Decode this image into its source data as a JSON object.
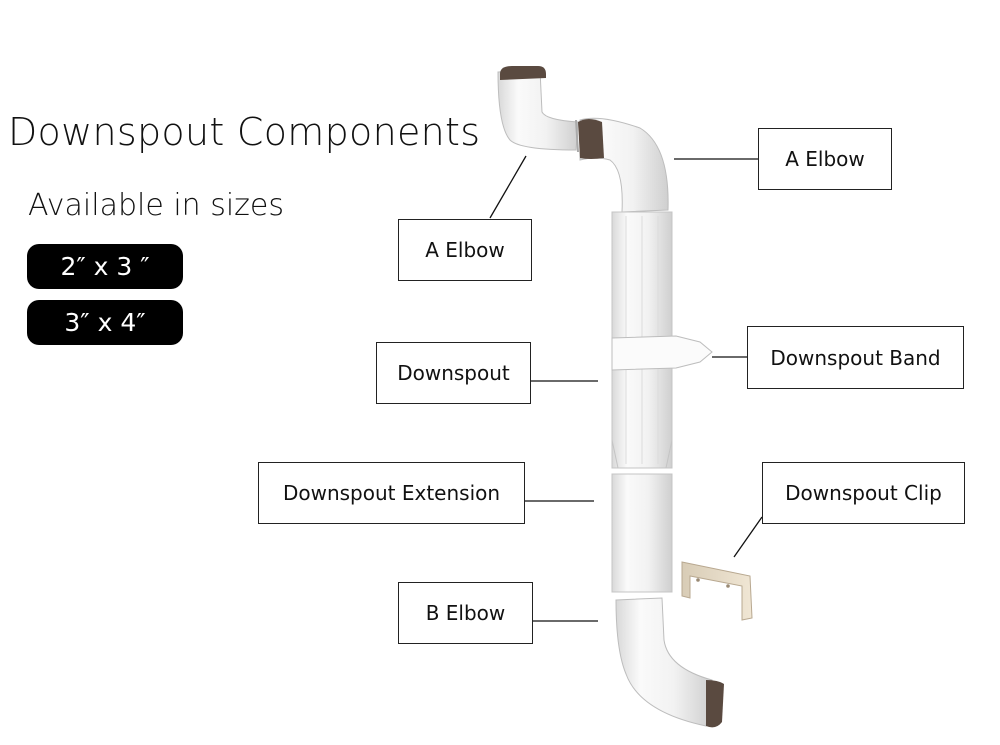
{
  "heading": {
    "title": "Downspout Components",
    "subtitle": "Available in sizes"
  },
  "sizes": [
    "2″ x 3 ″",
    "3″ x 4″"
  ],
  "labels": {
    "a_elbow_upper": "A Elbow",
    "a_elbow_left": "A Elbow",
    "downspout": "Downspout",
    "downspout_band": "Downspout Band",
    "downspout_extension": "Downspout Extension",
    "downspout_clip": "Downspout Clip",
    "b_elbow": "B Elbow"
  },
  "colors": {
    "part_white": "#f4f4f4",
    "part_shadow": "#c9c9c9",
    "opening_dark": "#5a4a40",
    "clip_beige": "#e8dcc8",
    "pill_bg": "#000000",
    "pill_text": "#ffffff"
  }
}
